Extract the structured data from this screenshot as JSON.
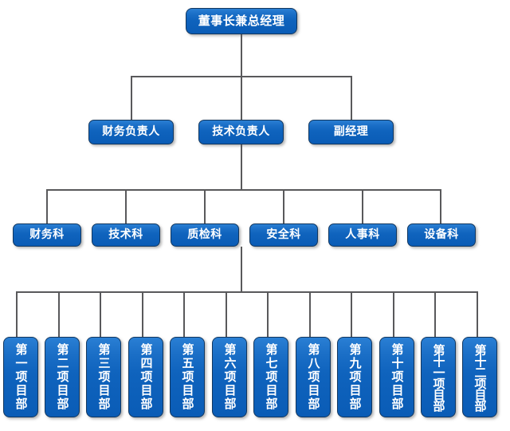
{
  "chart_data": {
    "type": "diagram",
    "subtype": "organizational-chart",
    "title": "",
    "orientation": "top-down",
    "accent_color": "#0f63bd",
    "border_color": "#12375f",
    "connector_color": "#59595b",
    "text_color": "#ffffff",
    "background": "#ffffff",
    "levels": [
      {
        "level": 1,
        "nodes": [
          "董事长兼总经理"
        ]
      },
      {
        "level": 2,
        "nodes": [
          "财务负责人",
          "技术负责人",
          "副经理"
        ]
      },
      {
        "level": 3,
        "nodes": [
          "财务科",
          "技术科",
          "质检科",
          "安全科",
          "人事科",
          "设备科"
        ]
      },
      {
        "level": 4,
        "nodes": [
          "第一项目部",
          "第二项目部",
          "第三项目部",
          "第四项目部",
          "第五项目部",
          "第六项目部",
          "第七项目部",
          "第八项目部",
          "第九项目部",
          "第十项目部",
          "第十一项目部",
          "第十二项目部"
        ]
      }
    ]
  },
  "root": {
    "label": "董事长兼总经理"
  },
  "level2": {
    "items": [
      {
        "label": "财务负责人"
      },
      {
        "label": "技术负责人"
      },
      {
        "label": "副经理"
      }
    ]
  },
  "level3": {
    "items": [
      {
        "label": "财务科"
      },
      {
        "label": "技术科"
      },
      {
        "label": "质检科"
      },
      {
        "label": "安全科"
      },
      {
        "label": "人事科"
      },
      {
        "label": "设备科"
      }
    ]
  },
  "departments": {
    "items": [
      {
        "label": "第一项目部"
      },
      {
        "label": "第二项目部"
      },
      {
        "label": "第三项目部"
      },
      {
        "label": "第四项目部"
      },
      {
        "label": "第五项目部"
      },
      {
        "label": "第六项目部"
      },
      {
        "label": "第七项目部"
      },
      {
        "label": "第八项目部"
      },
      {
        "label": "第九项目部"
      },
      {
        "label": "第十项目部"
      },
      {
        "label": "第十一项目部"
      },
      {
        "label": "第十二项目部"
      }
    ]
  }
}
